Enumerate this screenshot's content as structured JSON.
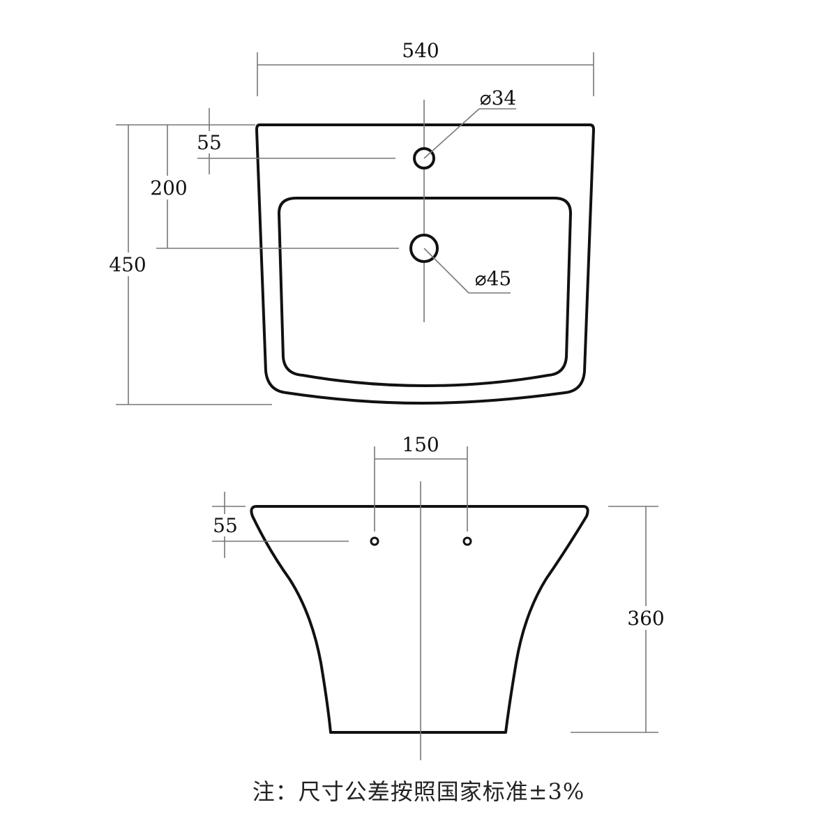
{
  "top_view": {
    "width_label": "540",
    "height_label": "450",
    "tap_offset_label": "55",
    "drain_offset_label": "200",
    "tap_hole_label": "⌀34",
    "drain_hole_label": "⌀45"
  },
  "front_view": {
    "hole_spacing_label": "150",
    "hole_offset_label": "55",
    "height_label": "360"
  },
  "note": "注：尺寸公差按照国家标准±3%"
}
